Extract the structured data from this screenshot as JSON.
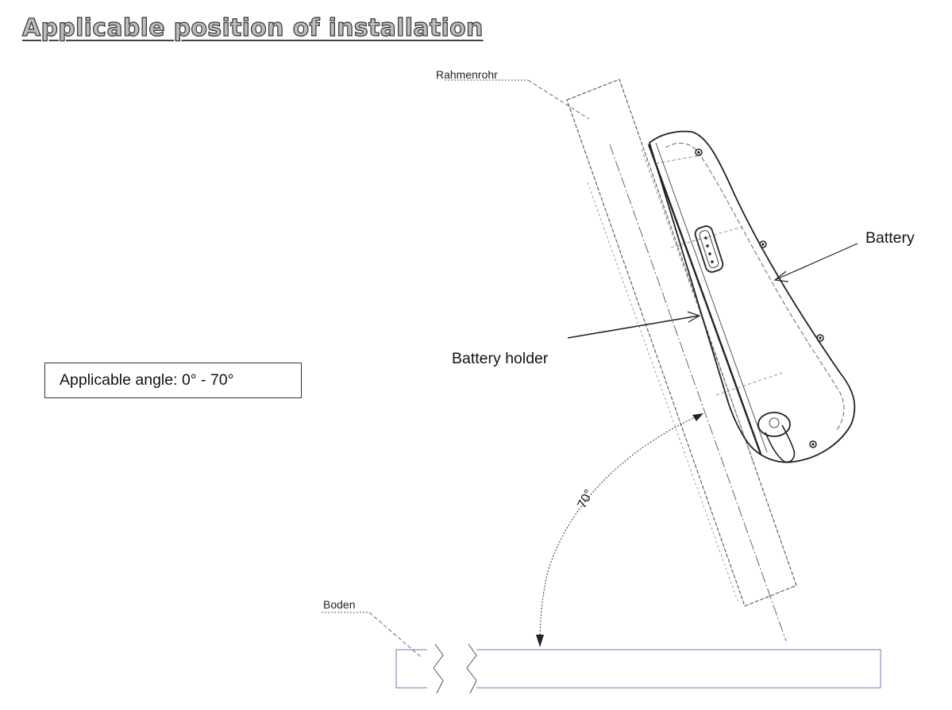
{
  "title": "Applicable position of installation",
  "angle_box_text": "Applicable angle: 0° - 70°",
  "labels": {
    "frame_tube": "Rahmenrohr",
    "ground": "Boden",
    "battery": "Battery",
    "battery_holder": "Battery holder",
    "angle": "70°"
  },
  "colors": {
    "line": "#333333",
    "leader": "#4a5a8a",
    "ground_outline": "#8a8fc0"
  }
}
